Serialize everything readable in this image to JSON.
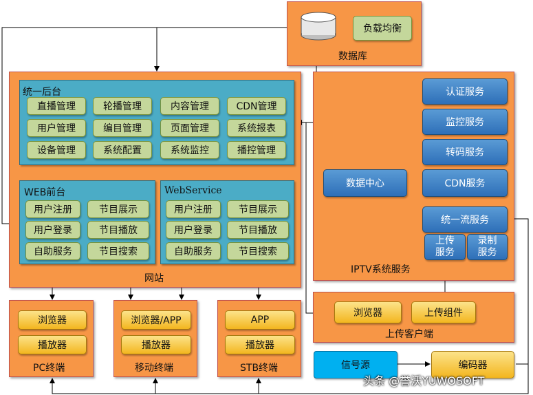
{
  "database": {
    "label": "数据库",
    "load_balance": "负载均衡"
  },
  "unified_backend": {
    "title": "统一后台",
    "items": [
      "直播管理",
      "轮播管理",
      "内容管理",
      "CDN管理",
      "用户管理",
      "编目管理",
      "页面管理",
      "系统报表",
      "设备管理",
      "系统配置",
      "系统监控",
      "播控管理"
    ]
  },
  "web_frontend": {
    "title": "WEB前台",
    "items": [
      "用户注册",
      "节目展示",
      "用户登录",
      "节目播放",
      "自助服务",
      "节目搜索"
    ]
  },
  "webservice": {
    "title": "WebService",
    "items": [
      "用户注册",
      "节目展示",
      "用户登录",
      "节目播放",
      "自助服务",
      "节目搜索"
    ]
  },
  "website_label": "网站",
  "iptv": {
    "label": "IPTV系统服务",
    "auth": "认证服务",
    "monitor": "监控服务",
    "transcode": "转码服务",
    "data_center": "数据中心",
    "cdn": "CDN服务",
    "unified_stream": "统一流服务",
    "upload_service": "上传服务",
    "record_service": "录制服务"
  },
  "upload_client": {
    "label": "上传客户端",
    "browser": "浏览器",
    "upload_component": "上传组件"
  },
  "pc_terminal": {
    "label": "PC终端",
    "browser": "浏览器",
    "player": "播放器"
  },
  "mobile_terminal": {
    "label": "移动终端",
    "browser": "浏览器/APP",
    "player": "播放器"
  },
  "stb_terminal": {
    "label": "STB终端",
    "app": "APP",
    "player": "播放器"
  },
  "signal_source": "信号源",
  "encoder": "编码器",
  "watermark": "头条 @誉沃YUWOSOFT"
}
